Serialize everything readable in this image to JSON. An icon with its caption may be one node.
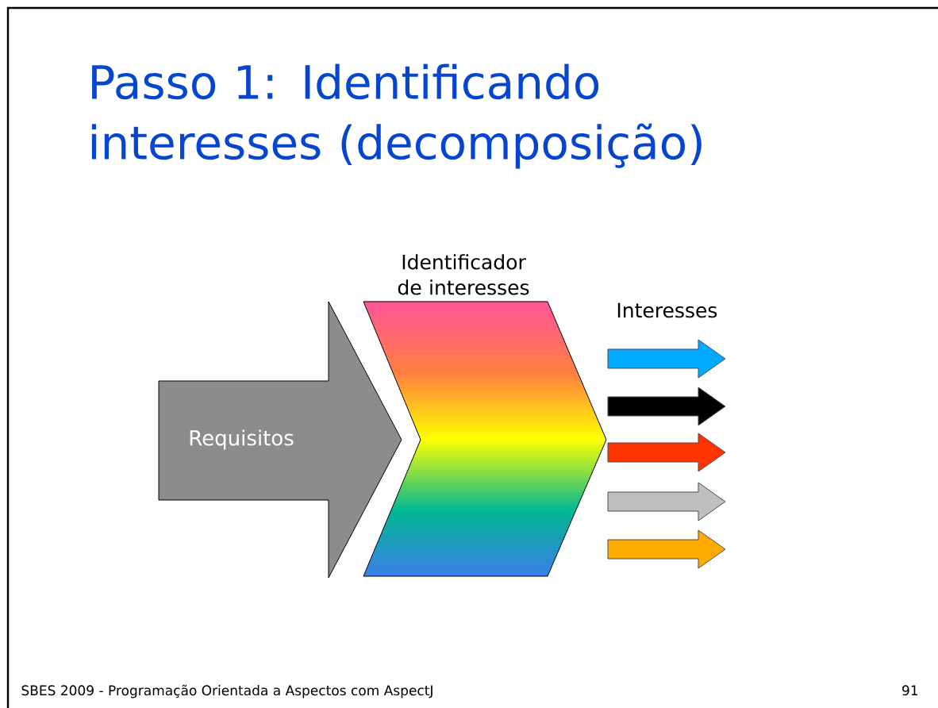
{
  "diagram": {
    "title": "Passo 1: Identificando interesses (decomposição)",
    "nodes": [
      {
        "text": [
          "Requisitos"
        ]
      },
      {
        "text": [
          "Identificador de interesses"
        ]
      }
    ],
    "edges": [
      {
        "from": 1,
        "to": null,
        "arrow": "to",
        "color": "#00aaff"
      },
      {
        "from": 1,
        "to": null,
        "arrow": "to",
        "color": "#000000"
      },
      {
        "from": 1,
        "to": null,
        "arrow": "to",
        "color": "#ff3300"
      },
      {
        "from": 1,
        "to": null,
        "arrow": "to",
        "color": "#bfbfbf"
      },
      {
        "from": 1,
        "to": null,
        "arrow": "to",
        "color": "#ffaa00"
      }
    ],
    "labels": [
      "Interesses",
      "SBES 2009 - Programação Orientada a Aspectos com AspectJ",
      "91"
    ]
  }
}
